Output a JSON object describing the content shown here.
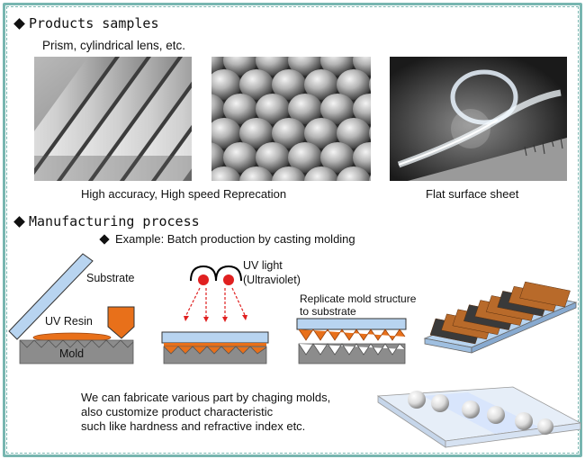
{
  "section1": {
    "title": "Products samples",
    "subtitle": "Prism, cylindrical lens, etc.",
    "caption_left": "High accuracy, High speed Reprecation",
    "caption_right": "Flat surface sheet"
  },
  "section2": {
    "title": "Manufacturing process",
    "example": "Example: Batch production by casting molding",
    "labels": {
      "substrate": "Substrate",
      "uv_resin": "UV Resin",
      "mold": "Mold",
      "uv_light_1": "UV light",
      "uv_light_2": "(Ultraviolet)",
      "replicate_1": "Replicate mold structure",
      "replicate_2": "to substrate"
    }
  },
  "footer": {
    "line1": "We can fabricate various part by chaging molds,",
    "line2": "also customize product characteristic",
    "line3": "such like hardness and refractive index etc."
  },
  "colors": {
    "border": "#78b6b0",
    "resin": "#e8701a",
    "substrate": "#b8d4f0",
    "mold": "#8c8c8c",
    "uv": "#e02020"
  }
}
